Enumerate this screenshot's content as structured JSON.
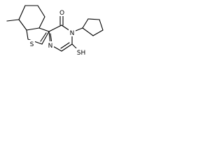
{
  "diagram": {
    "type": "chemical-structure",
    "atoms": {
      "oxygen": "O",
      "sulfur_ring": "S",
      "nitrogen_n3": "N",
      "nitrogen_n1": "N",
      "thiol": "SH"
    }
  }
}
